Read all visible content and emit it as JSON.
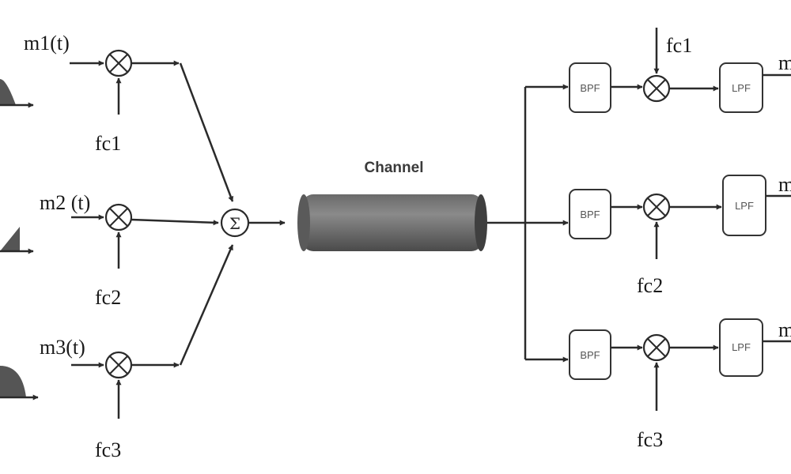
{
  "diagram": {
    "channel_label": "Channel",
    "summer_symbol": "Σ",
    "transmitter": {
      "message_labels": [
        "m1(t)",
        "m2 (t)",
        "m3(t)"
      ],
      "carrier_labels": [
        "fc1",
        "fc2",
        "fc3"
      ]
    },
    "receiver": {
      "bandpass_label": "BPF",
      "lowpass_label": "LPF",
      "carrier_labels": [
        "fc1",
        "fc2",
        "fc3"
      ],
      "output_labels": [
        "m",
        "m",
        "m"
      ]
    }
  }
}
